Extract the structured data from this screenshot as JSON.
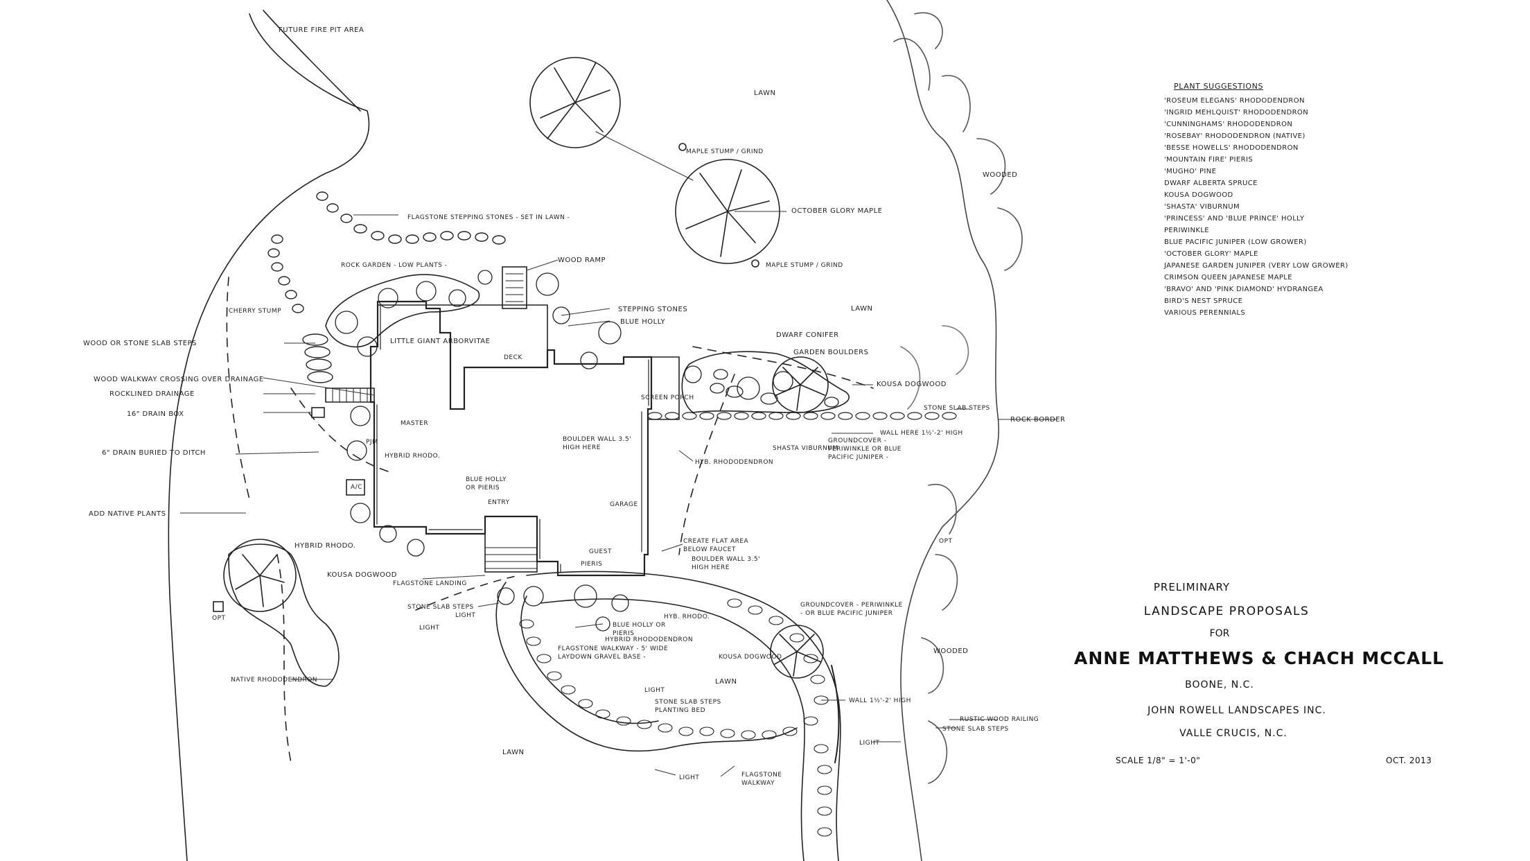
{
  "labels": {
    "future_fire_pit": "Future fire pit area",
    "lawn_top": "Lawn",
    "maple_stump": "Maple stump / grind",
    "october_glory_maple": "October glory maple",
    "maple_stump2": "Maple stump / grind",
    "wooded_top": "Wooded",
    "flagstone_stepping": "Flagstone stepping stones - set in lawn -",
    "rock garden": "",
    "rock_garden": "Rock garden - low plants -",
    "wood_ramp": "Wood ramp",
    "cherry_stump": "Cherry stump",
    "stepping_stones": "Stepping stones",
    "blue_holly": "Blue holly",
    "lawn_mid": "Lawn",
    "wood_stone_steps": "Wood or stone slab steps",
    "little_giant": "Little giant arborvitae",
    "deck": "Deck",
    "dwarf_conifer": "Dwarf conifer",
    "garden_boulders": "Garden boulders",
    "wood_walkway": "Wood walkway crossing over drainage",
    "kousa_dogwood_r": "Kousa dogwood",
    "rocklined_drainage": "Rocklined drainage",
    "stone_slab_steps_r": "Stone slab steps",
    "drain_box": "16\" drain box",
    "screen_porch": "Screen porch",
    "rock_border": "Rock border",
    "master": "Master",
    "wall_here_r": "Wall here 1½'-2' high",
    "pjm": "PJM",
    "hybrid_rhodo1": "Hybrid rhodo.",
    "border_wall": "Boulder wall 3.5' high here",
    "shasta_viburnum": "Shasta viburnum",
    "groundcover_r": "Groundcover - periwinkle or blue pacific juniper -",
    "drain_buried": "6\" drain buried to ditch",
    "hyb_rhododendron": "Hyb. rhododendron",
    "blue_holly_pieris": "Blue holly or pieris",
    "ac": "A/C",
    "entry": "Entry",
    "garage": "Garage",
    "add_native": "Add native plants",
    "hybrid_rhodo2": "Hybrid rhodo.",
    "create_flat_area": "Create flat area below faucet",
    "boulder_wall": "Boulder wall 3.5' high here",
    "guest": "Guest",
    "pieris": "Pieris",
    "kousa_dogwood_l": "Kousa dogwood",
    "flagstone_landing": "Flagstone landing",
    "stone_slab_steps_l": "Stone slab steps",
    "light1": "Light",
    "opt": "Opt",
    "blue_holly_pieris2": "Blue holly or pieris",
    "hyb_rhodo3": "Hyb. rhodo.",
    "hybrid_rhododendron": "Hybrid rhododendron",
    "groundcover_b": "Groundcover - periwinkle - or blue pacific juniper",
    "flagstone_walkway": "Flagstone walkway - 5' wide laydown gravel base -",
    "kousa_dogwood_b": "Kousa dogwood",
    "opt_r": "Opt",
    "wooded_r": "Wooded",
    "native_rhododendron": "Native rhododendron",
    "lawn_b": "Lawn",
    "light2": "Light",
    "stone_slab_planting": "Stone slab steps planting bed",
    "wall_here_b": "Wall 1½'-2' high",
    "rustic_railing": "Rustic wood railing",
    "stone_slab_steps_b": "Stone slab steps",
    "lawn_bb": "Lawn",
    "light3": "Light",
    "flagstone_walkway2": "Flagstone walkway",
    "light4": "Light",
    "light5": "Light"
  },
  "plant_list": {
    "title": "Plant suggestions",
    "items": [
      "'Roseum Elegans' rhododendron",
      "'Ingrid Mehlquist' rhododendron",
      "'Cunninghams' rhododendron",
      "'Rosebay' rhododendron (native)",
      "'Besse Howells' rhododendron",
      "'Mountain Fire' pieris",
      "'Mugho' pine",
      "Dwarf alberta spruce",
      "Kousa dogwood",
      "'Shasta' viburnum",
      "'Princess' and 'Blue Prince' holly",
      "Periwinkle",
      "Blue Pacific juniper (low grower)",
      "'October Glory' maple",
      "Japanese garden juniper (very low grower)",
      "Crimson Queen Japanese maple",
      "'Bravo' and 'Pink Diamond' hydrangea",
      "Bird's nest spruce",
      "Various perennials"
    ]
  },
  "title_block": {
    "line1": "Preliminary",
    "line2": "Landscape Proposals",
    "line3": "for",
    "client": "Anne Matthews & Chach McCall",
    "location": "Boone, N.C.",
    "firm": "John Rowell Landscapes Inc.",
    "firm_location": "Valle Crucis, N.C.",
    "scale": "Scale 1/8\" = 1'-0\"",
    "date": "Oct. 2013"
  }
}
